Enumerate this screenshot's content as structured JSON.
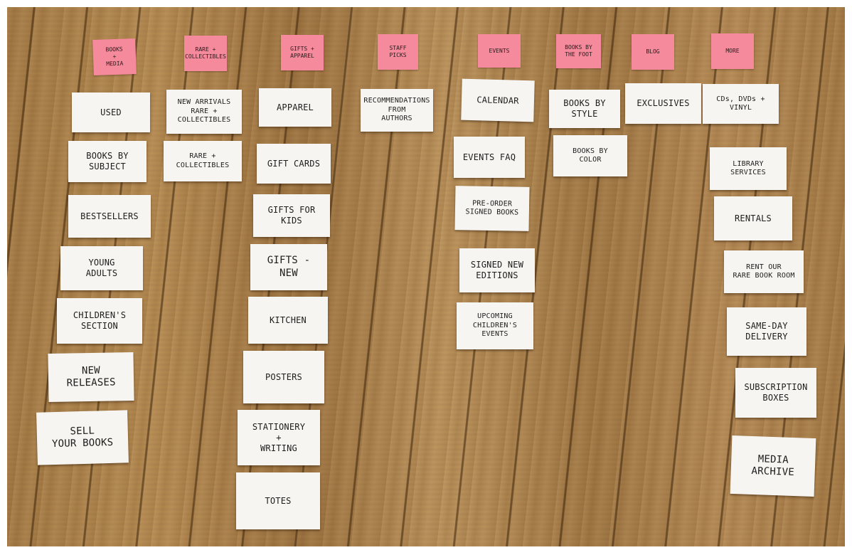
{
  "categories": {
    "books_media": "BOOKS\n+\nMEDIA",
    "rare_collectibles": "RARE +\nCOLLECTIBLES",
    "gifts_apparel": "GIFTS +\nAPPAREL",
    "staff_picks": "STAFF\nPICKS",
    "events": "EVENTS",
    "books_by_the_foot": "BOOKS BY\nTHE FOOT",
    "blog": "BLOG",
    "more": "MORE"
  },
  "books_media": {
    "used": "USED",
    "books_by_subject": "BOOKS BY\nSUBJECT",
    "bestsellers": "BESTSELLERS",
    "young_adults": "YOUNG\nADULTS",
    "childrens_section": "CHILDREN'S\nSECTION",
    "new_releases": "NEW\nRELEASES",
    "sell_your_books": "SELL\nYOUR BOOKS"
  },
  "rare_collectibles": {
    "new_arrivals": "NEW ARRIVALS\nRARE + COLLECTIBLES",
    "rare_collectibles": "RARE +\nCOLLECTIBLES"
  },
  "gifts_apparel": {
    "apparel": "APPAREL",
    "gift_cards": "GIFT CARDS",
    "gifts_for_kids": "GIFTS FOR\nKIDS",
    "gifts_new": "GIFTS -\nNEW",
    "kitchen": "KITCHEN",
    "posters": "POSTERS",
    "stationery_writing": "STATIONERY\n+\nWRITING",
    "totes": "TOTES"
  },
  "staff_picks": {
    "recommendations": "RECOMMENDATIONS\nFROM\nAUTHORS"
  },
  "events": {
    "calendar": "CALENDAR",
    "events_faq": "EVENTS FAQ",
    "preorder_signed": "PRE-ORDER\nSIGNED BOOKS",
    "signed_new_editions": "SIGNED NEW\nEDITIONS",
    "upcoming_childrens_events": "UPCOMING\nCHILDREN'S\nEVENTS"
  },
  "books_by_the_foot": {
    "books_by_style": "BOOKS BY\nSTYLE",
    "books_by_color": "BOOKS BY\nCOLOR"
  },
  "blog": {
    "exclusives": "EXCLUSIVES"
  },
  "more": {
    "cds_dvds_vinyl": "CDs, DVDs +\nVINYL",
    "library_services": "LIBRARY\nSERVICES",
    "rentals": "RENTALS",
    "rent_rare_book_room": "RENT OUR\nRARE BOOK ROOM",
    "same_day_delivery": "SAME-DAY\nDELIVERY",
    "subscription_boxes": "SUBSCRIPTION\nBOXES",
    "media_archive": "MEDIA\nARCHIVE"
  }
}
